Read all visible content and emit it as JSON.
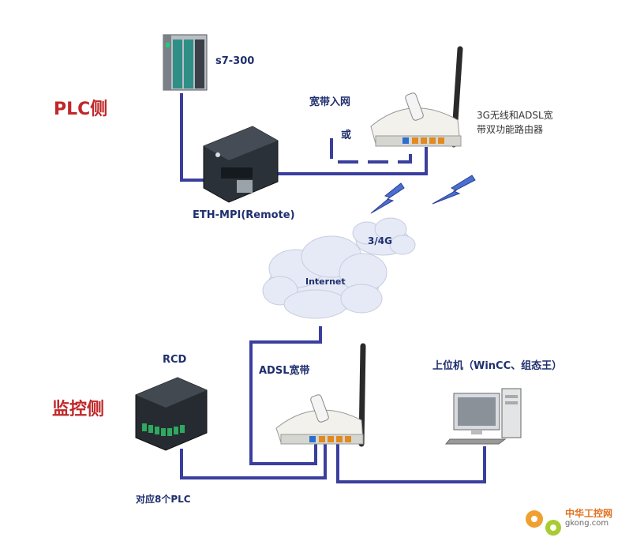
{
  "sides": {
    "plc": "PLC侧",
    "monitor": "监控侧"
  },
  "labels": {
    "s7": "s7-300",
    "broadband": "宽带入网",
    "or": "或",
    "router_desc_1": "3G无线和ADSL宽",
    "router_desc_2": "带双功能路由器",
    "eth_mpi": "ETH-MPI(Remote)",
    "g34": "3/4G",
    "internet": "Internet",
    "rcd": "RCD",
    "adsl": "ADSL宽带",
    "host": "上位机（WinCC、组态王）",
    "plc8": "对应8个PLC"
  },
  "watermark": {
    "name": "中华工控网",
    "url": "gkong.com"
  },
  "colors": {
    "line": "#3a3f9e",
    "side_label": "#c0282a",
    "text": "#1f2f6e",
    "cloud": "#e6eaf6",
    "bolt": "#4a6fd0"
  }
}
